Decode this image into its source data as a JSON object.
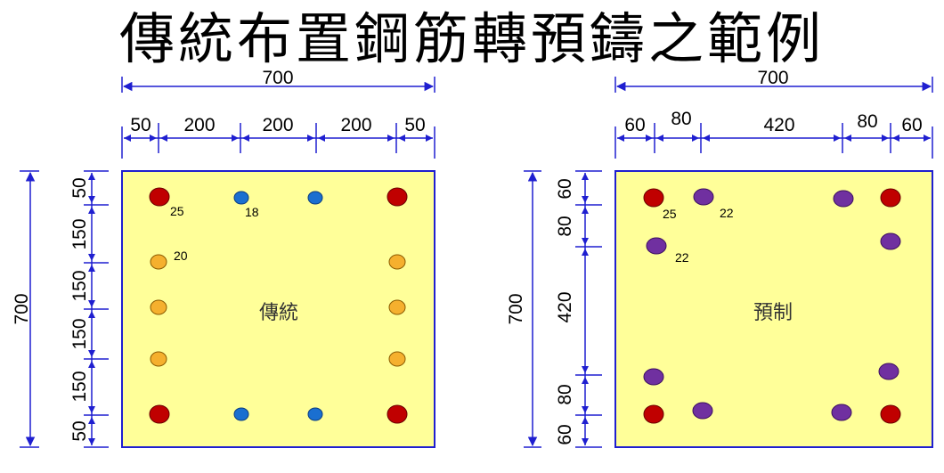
{
  "title": "傳統布置鋼筋轉預鑄之範例",
  "colors": {
    "panel": "#ffff99",
    "dim_line": "#1f1fd0",
    "red_bar": "#c00000",
    "blue_bar": "#1a6fd0",
    "orange_bar": "#f5b02e",
    "purple_bar": "#7030a0"
  },
  "left": {
    "center_label": "傳統",
    "top_total": "700",
    "top_segments": [
      "50",
      "200",
      "200",
      "200",
      "50"
    ],
    "side_total": "700",
    "side_segments": [
      "50",
      "150",
      "150",
      "150",
      "150",
      "50"
    ],
    "bar_labels": [
      "25",
      "18",
      "20"
    ]
  },
  "right": {
    "center_label": "預制",
    "top_total": "700",
    "top_segments": [
      "60",
      "80",
      "420",
      "80",
      "60"
    ],
    "side_total": "700",
    "side_segments": [
      "60",
      "80",
      "420",
      "80",
      "60"
    ],
    "bar_labels": [
      "25",
      "22",
      "22"
    ]
  }
}
